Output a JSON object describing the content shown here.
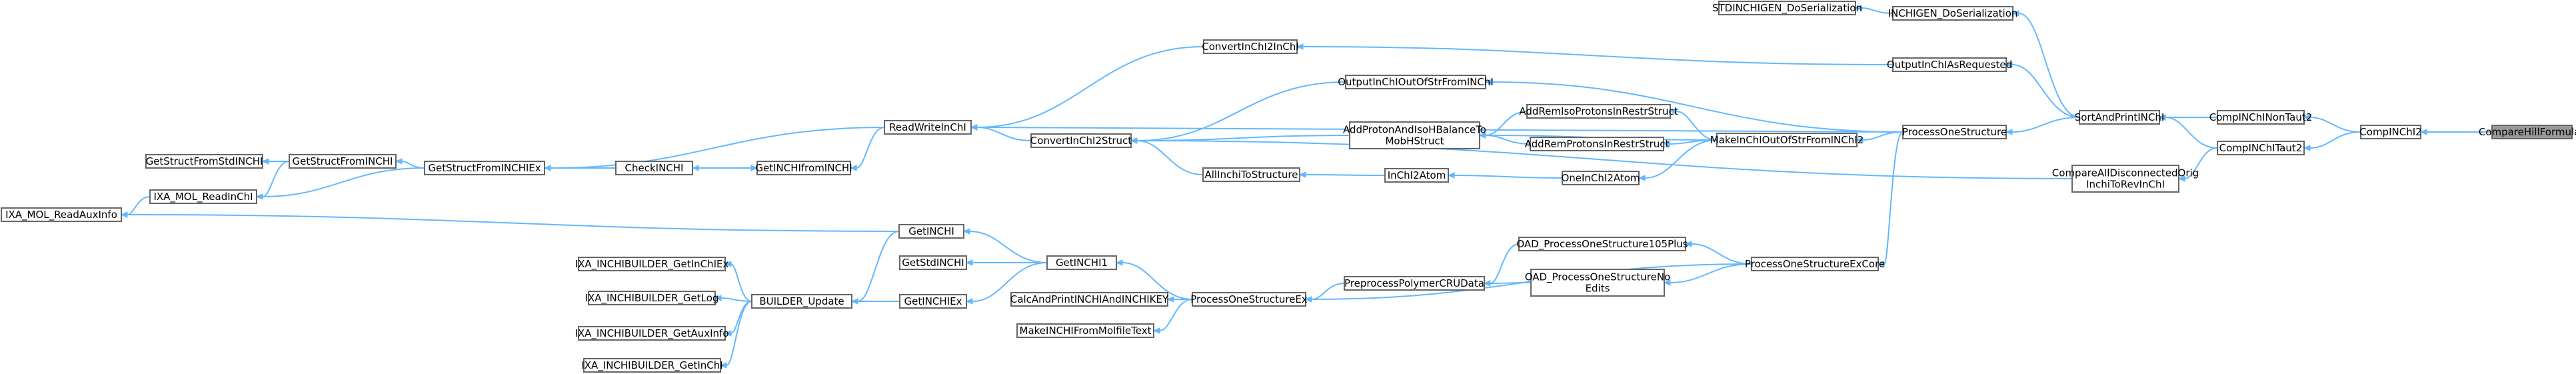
{
  "colors": {
    "edge": "#63b8ff",
    "node_border": "#666666",
    "node_fill": "#ffffff",
    "root_fill": "#999999",
    "text": "#000000"
  },
  "nodes": [
    {
      "id": "CompareHillFormulas",
      "lines": [
        "CompareHillFormulas"
      ],
      "root": true
    },
    {
      "id": "CompINChI2",
      "lines": [
        "CompINChI2"
      ]
    },
    {
      "id": "CompINChINonTaut2",
      "lines": [
        "CompINChINonTaut2"
      ]
    },
    {
      "id": "CompINChITaut2",
      "lines": [
        "CompINChITaut2"
      ]
    },
    {
      "id": "SortAndPrintINChI",
      "lines": [
        "SortAndPrintINChI"
      ]
    },
    {
      "id": "CompareAllDisconnectedOrig",
      "lines": [
        "CompareAllDisconnectedOrig",
        "InchiToRevInChI"
      ]
    },
    {
      "id": "INCHIGEN_DoSerialization",
      "lines": [
        "INCHIGEN_DoSerialization"
      ]
    },
    {
      "id": "STDINCHIGEN_DoSerialization",
      "lines": [
        "STDINCHIGEN_DoSerialization"
      ]
    },
    {
      "id": "OutputInChIAsRequested",
      "lines": [
        "OutputInChIAsRequested"
      ]
    },
    {
      "id": "ProcessOneStructure",
      "lines": [
        "ProcessOneStructure"
      ]
    },
    {
      "id": "ProcessOneStructureExCore",
      "lines": [
        "ProcessOneStructureExCore"
      ]
    },
    {
      "id": "MakeInChIOutOfStrFromINChI2",
      "lines": [
        "MakeInChIOutOfStrFromINChI2"
      ]
    },
    {
      "id": "ConvertInChI2InChI",
      "lines": [
        "ConvertInChI2InChI"
      ]
    },
    {
      "id": "OutputInChIOutOfStrFromINChI",
      "lines": [
        "OutputInChIOutOfStrFromINChI"
      ]
    },
    {
      "id": "AddRemIsoProtonsInRestrStruct",
      "lines": [
        "AddRemIsoProtonsInRestrStruct"
      ]
    },
    {
      "id": "AddProtonAndIsoHBalanceToMobHStruct",
      "lines": [
        "AddProtonAndIsoHBalanceTo",
        "MobHStruct"
      ]
    },
    {
      "id": "AddRemProtonsInRestrStruct",
      "lines": [
        "AddRemProtonsInRestrStruct"
      ]
    },
    {
      "id": "OneInChI2Atom",
      "lines": [
        "OneInChI2Atom"
      ]
    },
    {
      "id": "InChI2Atom",
      "lines": [
        "InChI2Atom"
      ]
    },
    {
      "id": "AllInchiToStructure",
      "lines": [
        "AllInchiToStructure"
      ]
    },
    {
      "id": "ConvertInChI2Struct",
      "lines": [
        "ConvertInChI2Struct"
      ]
    },
    {
      "id": "ReadWriteInChI",
      "lines": [
        "ReadWriteInChI"
      ]
    },
    {
      "id": "GetINCHIfromINCHI",
      "lines": [
        "GetINCHIfromINCHI"
      ]
    },
    {
      "id": "CheckINCHI",
      "lines": [
        "CheckINCHI"
      ]
    },
    {
      "id": "GetStructFromINCHIEx",
      "lines": [
        "GetStructFromINCHIEx"
      ]
    },
    {
      "id": "GetStructFromINCHI",
      "lines": [
        "GetStructFromINCHI"
      ]
    },
    {
      "id": "GetStructFromStdINCHI",
      "lines": [
        "GetStructFromStdINCHI"
      ]
    },
    {
      "id": "IXA_MOL_ReadInChI",
      "lines": [
        "IXA_MOL_ReadInChI"
      ]
    },
    {
      "id": "IXA_MOL_ReadAuxInfo",
      "lines": [
        "IXA_MOL_ReadAuxInfo"
      ]
    },
    {
      "id": "GetINCHI",
      "lines": [
        "GetINCHI"
      ]
    },
    {
      "id": "GetStdINCHI",
      "lines": [
        "GetStdINCHI"
      ]
    },
    {
      "id": "GetINCHI1",
      "lines": [
        "GetINCHI1"
      ]
    },
    {
      "id": "GetINCHIEx",
      "lines": [
        "GetINCHIEx"
      ]
    },
    {
      "id": "BUILDER_Update",
      "lines": [
        "BUILDER_Update"
      ]
    },
    {
      "id": "IXA_INCHIBUILDER_GetInChIEx",
      "lines": [
        "IXA_INCHIBUILDER_GetInChIEx"
      ]
    },
    {
      "id": "IXA_INCHIBUILDER_GetLog",
      "lines": [
        "IXA_INCHIBUILDER_GetLog"
      ]
    },
    {
      "id": "IXA_INCHIBUILDER_GetAuxInfo",
      "lines": [
        "IXA_INCHIBUILDER_GetAuxInfo"
      ]
    },
    {
      "id": "IXA_INCHIBUILDER_GetInChI",
      "lines": [
        "IXA_INCHIBUILDER_GetInChI"
      ]
    },
    {
      "id": "ProcessOneStructureEx",
      "lines": [
        "ProcessOneStructureEx"
      ]
    },
    {
      "id": "CalcAndPrintINCHIAndINCHIKEY",
      "lines": [
        "CalcAndPrintINCHIAndINCHIKEY"
      ]
    },
    {
      "id": "MakeINCHIFromMolfileText",
      "lines": [
        "MakeINCHIFromMolfileText"
      ]
    },
    {
      "id": "PreprocessPolymerCRUData",
      "lines": [
        "PreprocessPolymerCRUData"
      ]
    },
    {
      "id": "OAD_ProcessOneStructure105Plus",
      "lines": [
        "OAD_ProcessOneStructure105Plus"
      ]
    },
    {
      "id": "OAD_ProcessOneStructureNoEdits",
      "lines": [
        "OAD_ProcessOneStructureNo",
        "Edits"
      ]
    }
  ],
  "edges": [
    [
      "CompINChI2",
      "CompareHillFormulas"
    ],
    [
      "CompINChINonTaut2",
      "CompINChI2"
    ],
    [
      "CompINChITaut2",
      "CompINChI2"
    ],
    [
      "SortAndPrintINChI",
      "CompINChINonTaut2"
    ],
    [
      "SortAndPrintINChI",
      "CompINChITaut2"
    ],
    [
      "CompareAllDisconnectedOrig",
      "CompINChITaut2"
    ],
    [
      "INCHIGEN_DoSerialization",
      "SortAndPrintINChI"
    ],
    [
      "STDINCHIGEN_DoSerialization",
      "INCHIGEN_DoSerialization"
    ],
    [
      "OutputInChIAsRequested",
      "SortAndPrintINChI"
    ],
    [
      "ProcessOneStructure",
      "SortAndPrintINChI"
    ],
    [
      "ProcessOneStructureExCore",
      "ProcessOneStructure"
    ],
    [
      "MakeInChIOutOfStrFromINChI2",
      "ProcessOneStructure"
    ],
    [
      "ConvertInChI2InChI",
      "OutputInChIAsRequested"
    ],
    [
      "OutputInChIOutOfStrFromINChI",
      "ProcessOneStructure"
    ],
    [
      "AddRemIsoProtonsInRestrStruct",
      "MakeInChIOutOfStrFromINChI2"
    ],
    [
      "AddProtonAndIsoHBalanceToMobHStruct",
      "MakeInChIOutOfStrFromINChI2"
    ],
    [
      "AddRemProtonsInRestrStruct",
      "MakeInChIOutOfStrFromINChI2"
    ],
    [
      "OneInChI2Atom",
      "MakeInChIOutOfStrFromINChI2"
    ],
    [
      "InChI2Atom",
      "OneInChI2Atom"
    ],
    [
      "AllInchiToStructure",
      "InChI2Atom"
    ],
    [
      "ConvertInChI2Struct",
      "CompareAllDisconnectedOrig"
    ],
    [
      "ConvertInChI2Struct",
      "OutputInChIOutOfStrFromINChI"
    ],
    [
      "ConvertInChI2Struct",
      "AddProtonAndIsoHBalanceToMobHStruct"
    ],
    [
      "ConvertInChI2Struct",
      "AllInchiToStructure"
    ],
    [
      "AddProtonAndIsoHBalanceToMobHStruct",
      "AddRemIsoProtonsInRestrStruct"
    ],
    [
      "AddProtonAndIsoHBalanceToMobHStruct",
      "AddRemProtonsInRestrStruct"
    ],
    [
      "ReadWriteInChI",
      "ConvertInChI2InChI"
    ],
    [
      "ReadWriteInChI",
      "ConvertInChI2Struct"
    ],
    [
      "ReadWriteInChI",
      "ProcessOneStructure"
    ],
    [
      "GetINCHIfromINCHI",
      "ReadWriteInChI"
    ],
    [
      "GetINCHIfromINCHI",
      "CheckINCHI"
    ],
    [
      "CheckINCHI",
      "GetINCHIfromINCHI"
    ],
    [
      "GetStructFromINCHIEx",
      "CheckINCHI"
    ],
    [
      "GetStructFromINCHIEx",
      "ReadWriteInChI"
    ],
    [
      "GetStructFromINCHI",
      "GetStructFromINCHIEx"
    ],
    [
      "GetStructFromStdINCHI",
      "GetStructFromINCHI"
    ],
    [
      "IXA_MOL_ReadInChI",
      "GetStructFromINCHI"
    ],
    [
      "IXA_MOL_ReadInChI",
      "GetStructFromINCHIEx"
    ],
    [
      "IXA_MOL_ReadAuxInfo",
      "IXA_MOL_ReadInChI"
    ],
    [
      "IXA_MOL_ReadAuxInfo",
      "GetINCHI"
    ],
    [
      "GetINCHI",
      "GetINCHI1"
    ],
    [
      "GetStdINCHI",
      "GetINCHI1"
    ],
    [
      "GetINCHIEx",
      "GetINCHI1"
    ],
    [
      "GetINCHI1",
      "ProcessOneStructureEx"
    ],
    [
      "BUILDER_Update",
      "GetINCHI"
    ],
    [
      "BUILDER_Update",
      "GetINCHIEx"
    ],
    [
      "IXA_INCHIBUILDER_GetInChIEx",
      "BUILDER_Update"
    ],
    [
      "IXA_INCHIBUILDER_GetLog",
      "BUILDER_Update"
    ],
    [
      "IXA_INCHIBUILDER_GetAuxInfo",
      "BUILDER_Update"
    ],
    [
      "IXA_INCHIBUILDER_GetInChI",
      "BUILDER_Update"
    ],
    [
      "CalcAndPrintINCHIAndINCHIKEY",
      "ProcessOneStructureEx"
    ],
    [
      "MakeINCHIFromMolfileText",
      "ProcessOneStructureEx"
    ],
    [
      "ProcessOneStructureEx",
      "PreprocessPolymerCRUData"
    ],
    [
      "ProcessOneStructureEx",
      "ProcessOneStructureExCore"
    ],
    [
      "PreprocessPolymerCRUData",
      "OAD_ProcessOneStructure105Plus"
    ],
    [
      "PreprocessPolymerCRUData",
      "OAD_ProcessOneStructureNoEdits"
    ],
    [
      "OAD_ProcessOneStructure105Plus",
      "ProcessOneStructureExCore"
    ],
    [
      "OAD_ProcessOneStructureNoEdits",
      "ProcessOneStructureExCore"
    ]
  ]
}
